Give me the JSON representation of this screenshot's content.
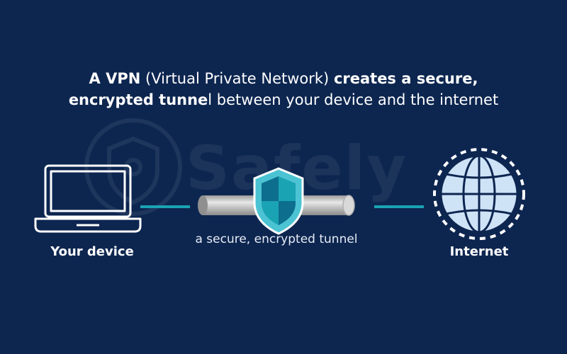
{
  "headline": {
    "line1_bold_a": "A VPN",
    "line1_regular": " (Virtual Private Network) ",
    "line1_bold_b": "creates a secure,",
    "line2_bold": "encrypted tunne",
    "line2_regular": "l between your device and the internet"
  },
  "watermark": {
    "text": "Safely"
  },
  "nodes": {
    "device_label": "Your device",
    "tunnel_label": "a secure, encrypted tunnel",
    "internet_label": "Internet"
  },
  "colors": {
    "background": "#0d2650",
    "connector": "#1aa3b3",
    "shield_fill": "#4cc3d3",
    "globe_fill": "#cfe3f7",
    "tunnel": "#cfcfcf"
  },
  "icons": {
    "device": "laptop-icon",
    "tunnel": "shield-icon",
    "internet": "globe-icon",
    "watermark": "watermark-shield-icon"
  }
}
